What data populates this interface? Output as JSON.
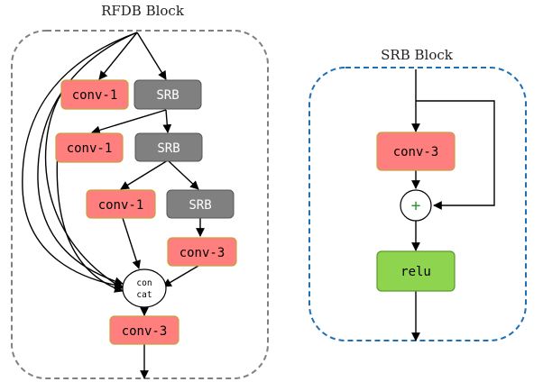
{
  "rfdb": {
    "title": "RFDB Block",
    "nodes": {
      "conv1_a": "conv-1",
      "srb_a": "SRB",
      "conv1_b": "conv-1",
      "srb_b": "SRB",
      "conv1_c": "conv-1",
      "srb_c": "SRB",
      "conv3_a": "conv-3",
      "concat_line1": "con",
      "concat_line2": "cat",
      "conv3_out": "conv-3"
    }
  },
  "srb": {
    "title": "SRB Block",
    "nodes": {
      "conv3": "conv-3",
      "add": "+",
      "relu": "relu"
    }
  },
  "colors": {
    "conv": "#ff7f7f",
    "conv_border": "#c8a040",
    "srb": "#808080",
    "relu": "#8fd44f",
    "relu_border": "#5a9a2a",
    "rfdb_frame": "#808080",
    "srb_frame": "#1f6fb5",
    "add_symbol": "#2e9a2e"
  }
}
